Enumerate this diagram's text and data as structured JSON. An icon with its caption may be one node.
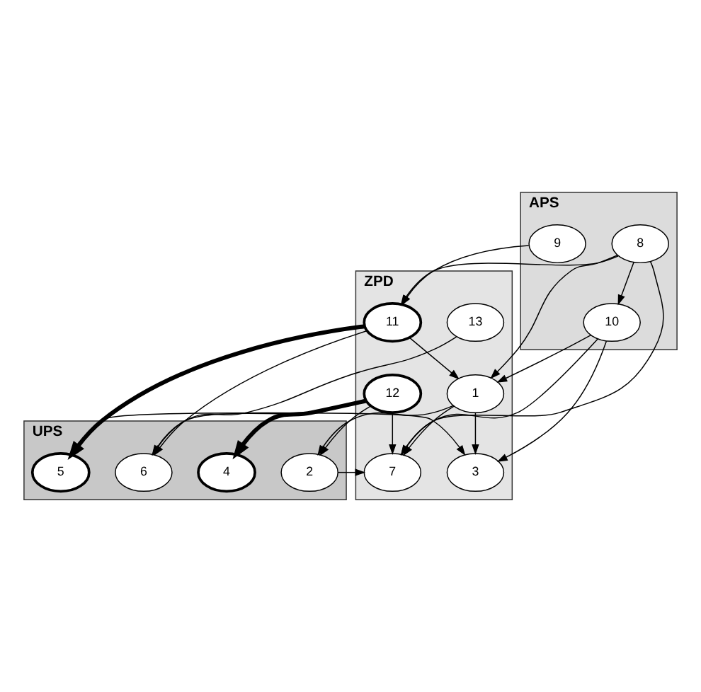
{
  "diagram": {
    "nodes": [
      {
        "text": [
          "APS"
        ]
      },
      {
        "text": [
          "ZPD"
        ]
      },
      {
        "text": [
          "UPS"
        ]
      },
      {
        "text": [
          "8"
        ],
        "in": 0
      },
      {
        "text": [
          "9"
        ],
        "in": 0
      },
      {
        "text": [
          "10"
        ],
        "in": 0
      },
      {
        "text": [
          "11"
        ],
        "in": 1
      },
      {
        "text": [
          "12"
        ],
        "in": 1
      },
      {
        "text": [
          "13"
        ],
        "in": 1
      },
      {
        "text": [
          "1"
        ],
        "in": 1
      },
      {
        "text": [
          "5"
        ],
        "in": 2
      },
      {
        "text": [
          "3"
        ],
        "in": 1
      },
      {
        "text": [
          "4"
        ],
        "in": 2
      },
      {
        "text": [
          "6"
        ],
        "in": 2
      },
      {
        "text": [
          "2"
        ],
        "in": 2
      },
      {
        "text": [
          "7"
        ],
        "in": 1
      }
    ],
    "edges": [
      {
        "from": 3,
        "to": 5,
        "arrow": "to"
      },
      {
        "from": 3,
        "to": 9,
        "arrow": "to"
      },
      {
        "from": 3,
        "to": 6,
        "arrow": "to"
      },
      {
        "from": 3,
        "to": 15,
        "arrow": "to"
      },
      {
        "from": 4,
        "to": 6,
        "arrow": "to"
      },
      {
        "from": 5,
        "to": 9,
        "arrow": "to"
      },
      {
        "from": 5,
        "to": 11,
        "arrow": "to"
      },
      {
        "from": 5,
        "to": 15,
        "arrow": "to"
      },
      {
        "from": 6,
        "to": 9,
        "arrow": "to"
      },
      {
        "from": 6,
        "to": 10,
        "arrow": "to",
        "style": "thick"
      },
      {
        "from": 6,
        "to": 13,
        "arrow": "to"
      },
      {
        "from": 7,
        "to": 14,
        "arrow": "to"
      },
      {
        "from": 7,
        "to": 15,
        "arrow": "to"
      },
      {
        "from": 7,
        "to": 12,
        "arrow": "to",
        "style": "thick"
      },
      {
        "from": 7,
        "to": 13,
        "arrow": "to"
      },
      {
        "from": 8,
        "to": 13,
        "arrow": "to"
      },
      {
        "from": 9,
        "to": 11,
        "arrow": "to"
      },
      {
        "from": 9,
        "to": 14,
        "arrow": "to"
      },
      {
        "from": 9,
        "to": 15,
        "arrow": "to"
      },
      {
        "from": 10,
        "to": 11,
        "arrow": "to"
      },
      {
        "from": 14,
        "to": 15,
        "arrow": "to"
      }
    ]
  }
}
